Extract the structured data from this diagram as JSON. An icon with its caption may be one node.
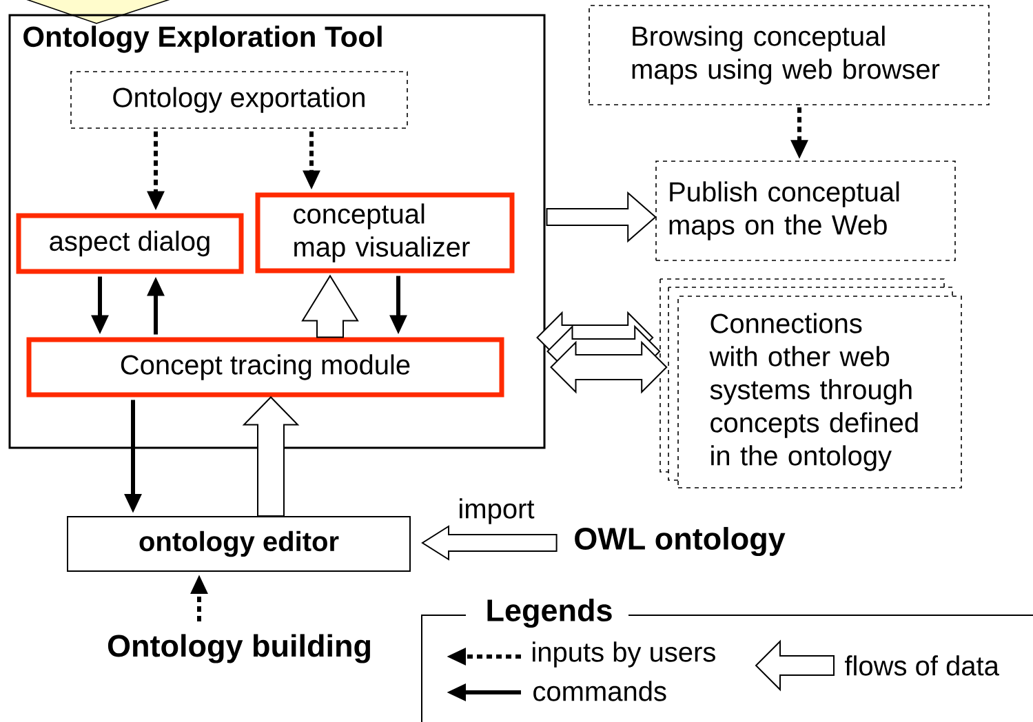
{
  "diagram": {
    "nodes": [
      {
        "text": [
          "Ontology Exploration Tool"
        ]
      },
      {
        "text": [
          "Ontology exportation"
        ],
        "in": 0
      },
      {
        "text": [
          "aspect dialog"
        ],
        "in": 0
      },
      {
        "text": [
          "conceptual map visualizer"
        ],
        "in": 0
      },
      {
        "text": [
          "Concept tracing module"
        ],
        "in": 0
      },
      {
        "text": [
          "Browsing conceptual maps using web browser"
        ]
      },
      {
        "text": [
          "Publish conceptual maps on the Web"
        ]
      },
      {
        "text": [
          "Connections with other web systems through concepts defined in the ontology"
        ]
      },
      {
        "text": [
          "ontology editor"
        ]
      },
      {
        "text": [
          "OWL ontology"
        ]
      },
      {
        "text": [
          "Ontology building"
        ]
      }
    ],
    "edges": [
      {
        "from": 1,
        "to": 2,
        "arrow": "to",
        "style": "dashed"
      },
      {
        "from": 1,
        "to": 3,
        "arrow": "to",
        "style": "dashed"
      },
      {
        "from": 2,
        "to": 4,
        "arrow": "to"
      },
      {
        "from": 4,
        "to": 2,
        "arrow": "to"
      },
      {
        "from": 3,
        "to": 4,
        "arrow": "to"
      },
      {
        "from": 4,
        "to": 3,
        "arrow": "to",
        "style": "thick"
      },
      {
        "from": 0,
        "to": 6,
        "arrow": "to",
        "style": "thick"
      },
      {
        "from": 0,
        "to": 7,
        "arrow": "both",
        "style": "thick"
      },
      {
        "from": 0,
        "to": 7,
        "arrow": "both",
        "style": "thick"
      },
      {
        "from": 0,
        "to": 7,
        "arrow": "both",
        "style": "thick"
      },
      {
        "from": 5,
        "to": 6,
        "arrow": "to",
        "style": "dashed"
      },
      {
        "from": 4,
        "to": 8,
        "arrow": "to"
      },
      {
        "from": 8,
        "to": 4,
        "arrow": "to",
        "style": "thick"
      },
      {
        "from": 9,
        "to": 8,
        "arrow": "to",
        "style": "thick",
        "label": "import"
      },
      {
        "from": 10,
        "to": 8,
        "arrow": "to",
        "style": "dashed"
      }
    ],
    "labels": [
      "Legends"
    ],
    "legend": [
      {
        "text": "inputs by users"
      },
      {
        "text": "commands"
      },
      {
        "text": "flows of data"
      }
    ]
  }
}
